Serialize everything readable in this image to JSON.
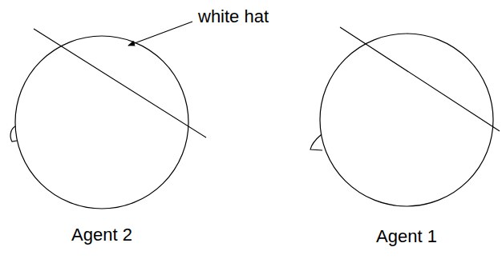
{
  "diagram": {
    "nodes": [
      {
        "text": [
          "Agent 2"
        ]
      },
      {
        "text": [
          "Agent 1"
        ]
      }
    ],
    "labels": [
      "white hat"
    ]
  }
}
